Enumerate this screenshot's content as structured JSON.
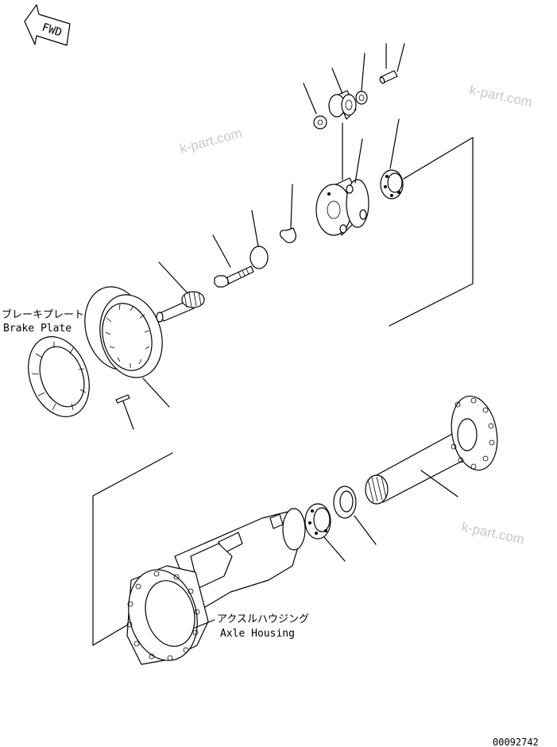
{
  "fwd_label": "FWD",
  "brake_plate": {
    "jp": "ブレーキプレート",
    "en": "Brake Plate"
  },
  "axle_housing": {
    "jp": "アクスルハウジング",
    "en": "Axle Housing"
  },
  "watermark": "k-part.com",
  "drawing_number": "00092742"
}
